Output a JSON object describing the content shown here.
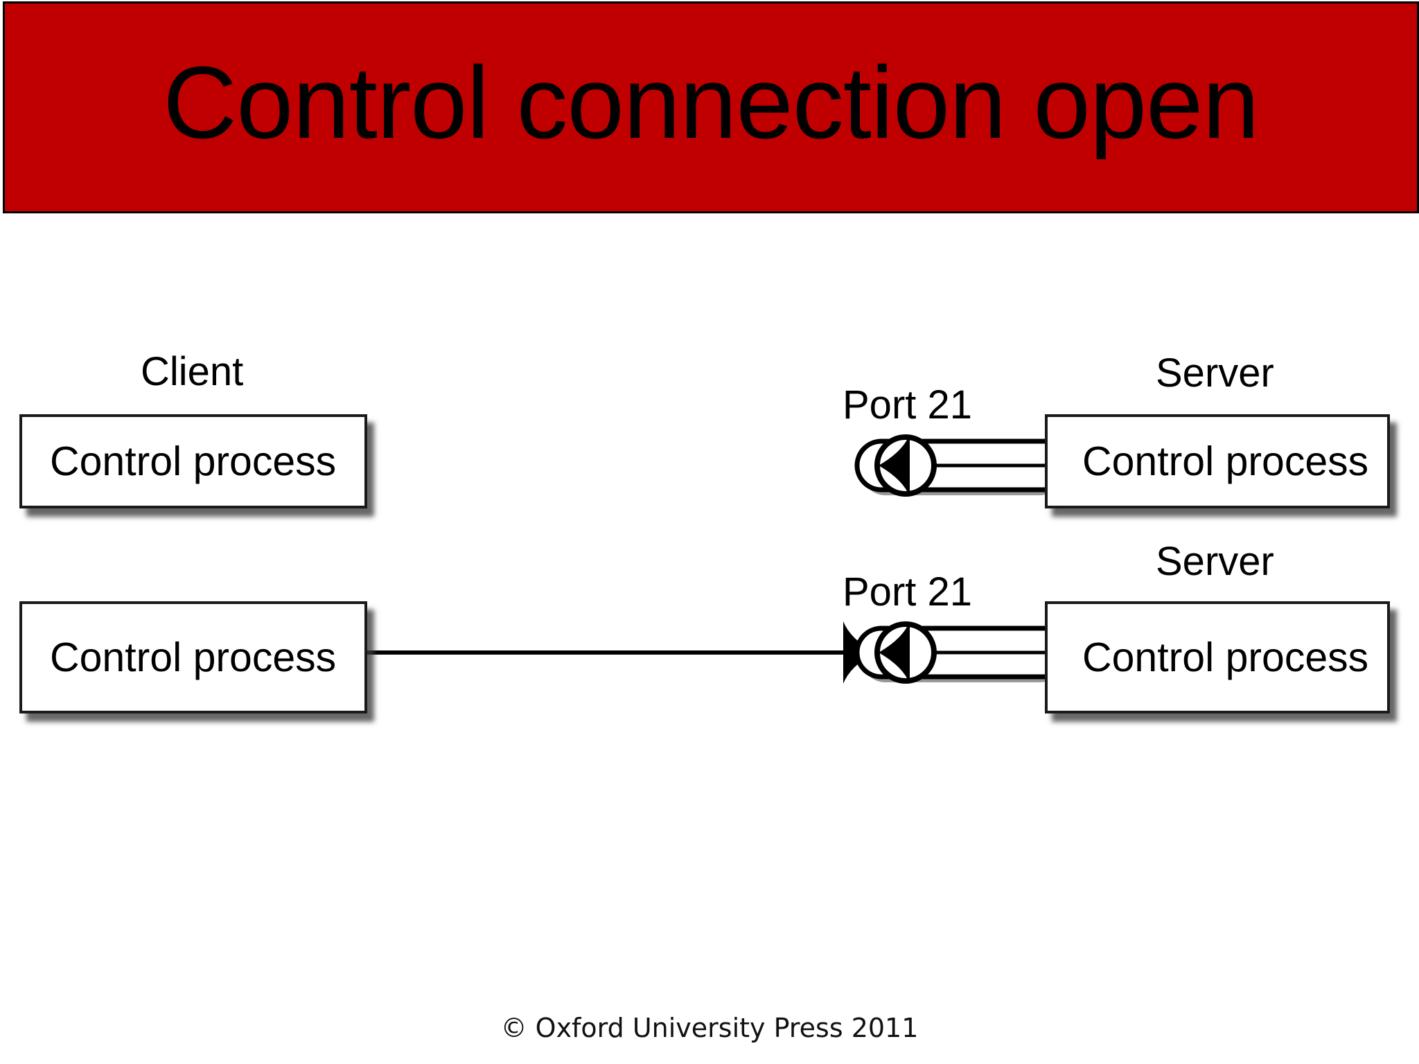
{
  "slide": {
    "title": "Control connection open",
    "title_bar_color": "#c00000",
    "title_text_color": "#000000",
    "background_color": "#ffffff"
  },
  "diagram": {
    "type": "network-flow",
    "rows": [
      {
        "id": "row-listening",
        "client_label": "Client",
        "client_process": "Control process",
        "port_label": "Port 21",
        "server_label": "Server",
        "server_process": "Control process",
        "connection": false
      },
      {
        "id": "row-connected",
        "client_label": "",
        "client_process": "Control process",
        "port_label": "Port 21",
        "server_label": "Server",
        "server_process": "Control process",
        "connection": true
      }
    ],
    "labels": {
      "client": "Client",
      "server": "Server",
      "control_process": "Control process",
      "port": "Port 21"
    }
  },
  "footer": {
    "credit": "© Oxford University Press 2011"
  }
}
